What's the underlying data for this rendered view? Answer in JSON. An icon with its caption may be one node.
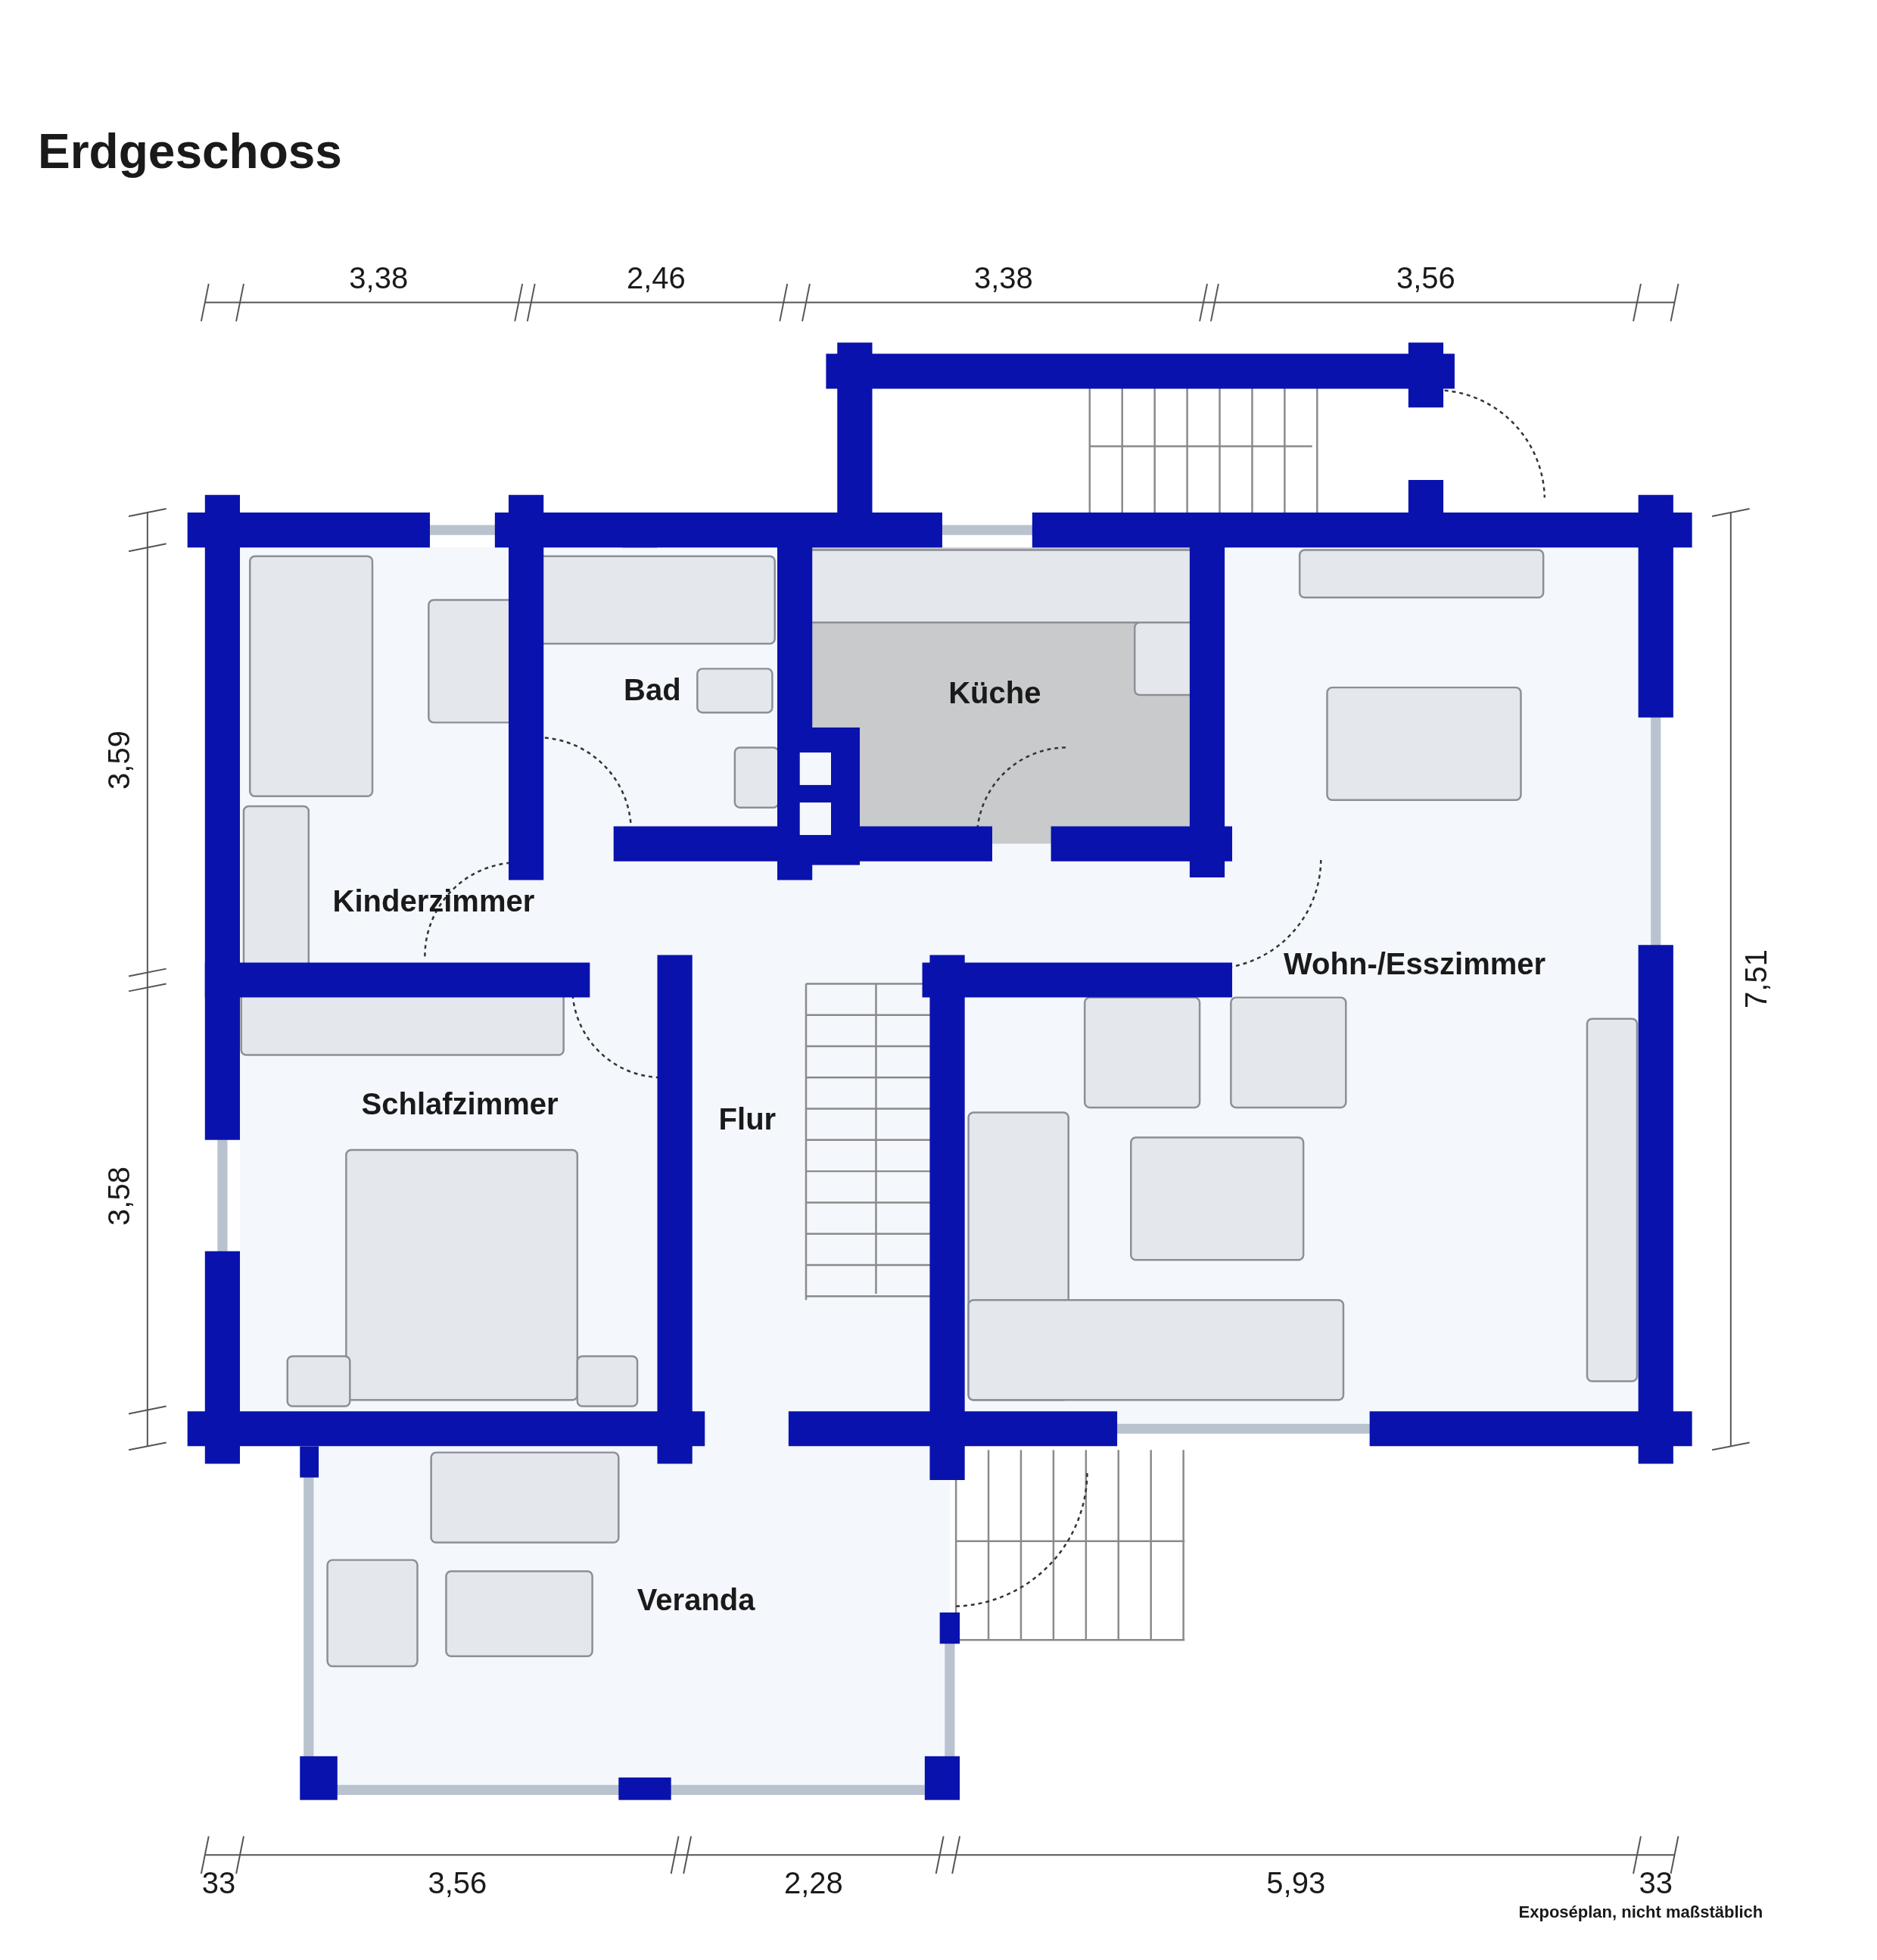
{
  "diagram": {
    "title": "Erdgeschoss",
    "labels": [
      "3,38",
      "2,46",
      "3,38",
      "3,56",
      "Bad",
      "Küche",
      "3,59",
      "Kinderzimmer",
      "Wohn-/Esszimmer",
      "7,51",
      "Schlafzimmer",
      "Flur",
      "3,58",
      "Veranda",
      "33",
      "3,56",
      "2,28",
      "5,93",
      "33",
      "Exposéplan, nicht maßstäblich"
    ]
  }
}
